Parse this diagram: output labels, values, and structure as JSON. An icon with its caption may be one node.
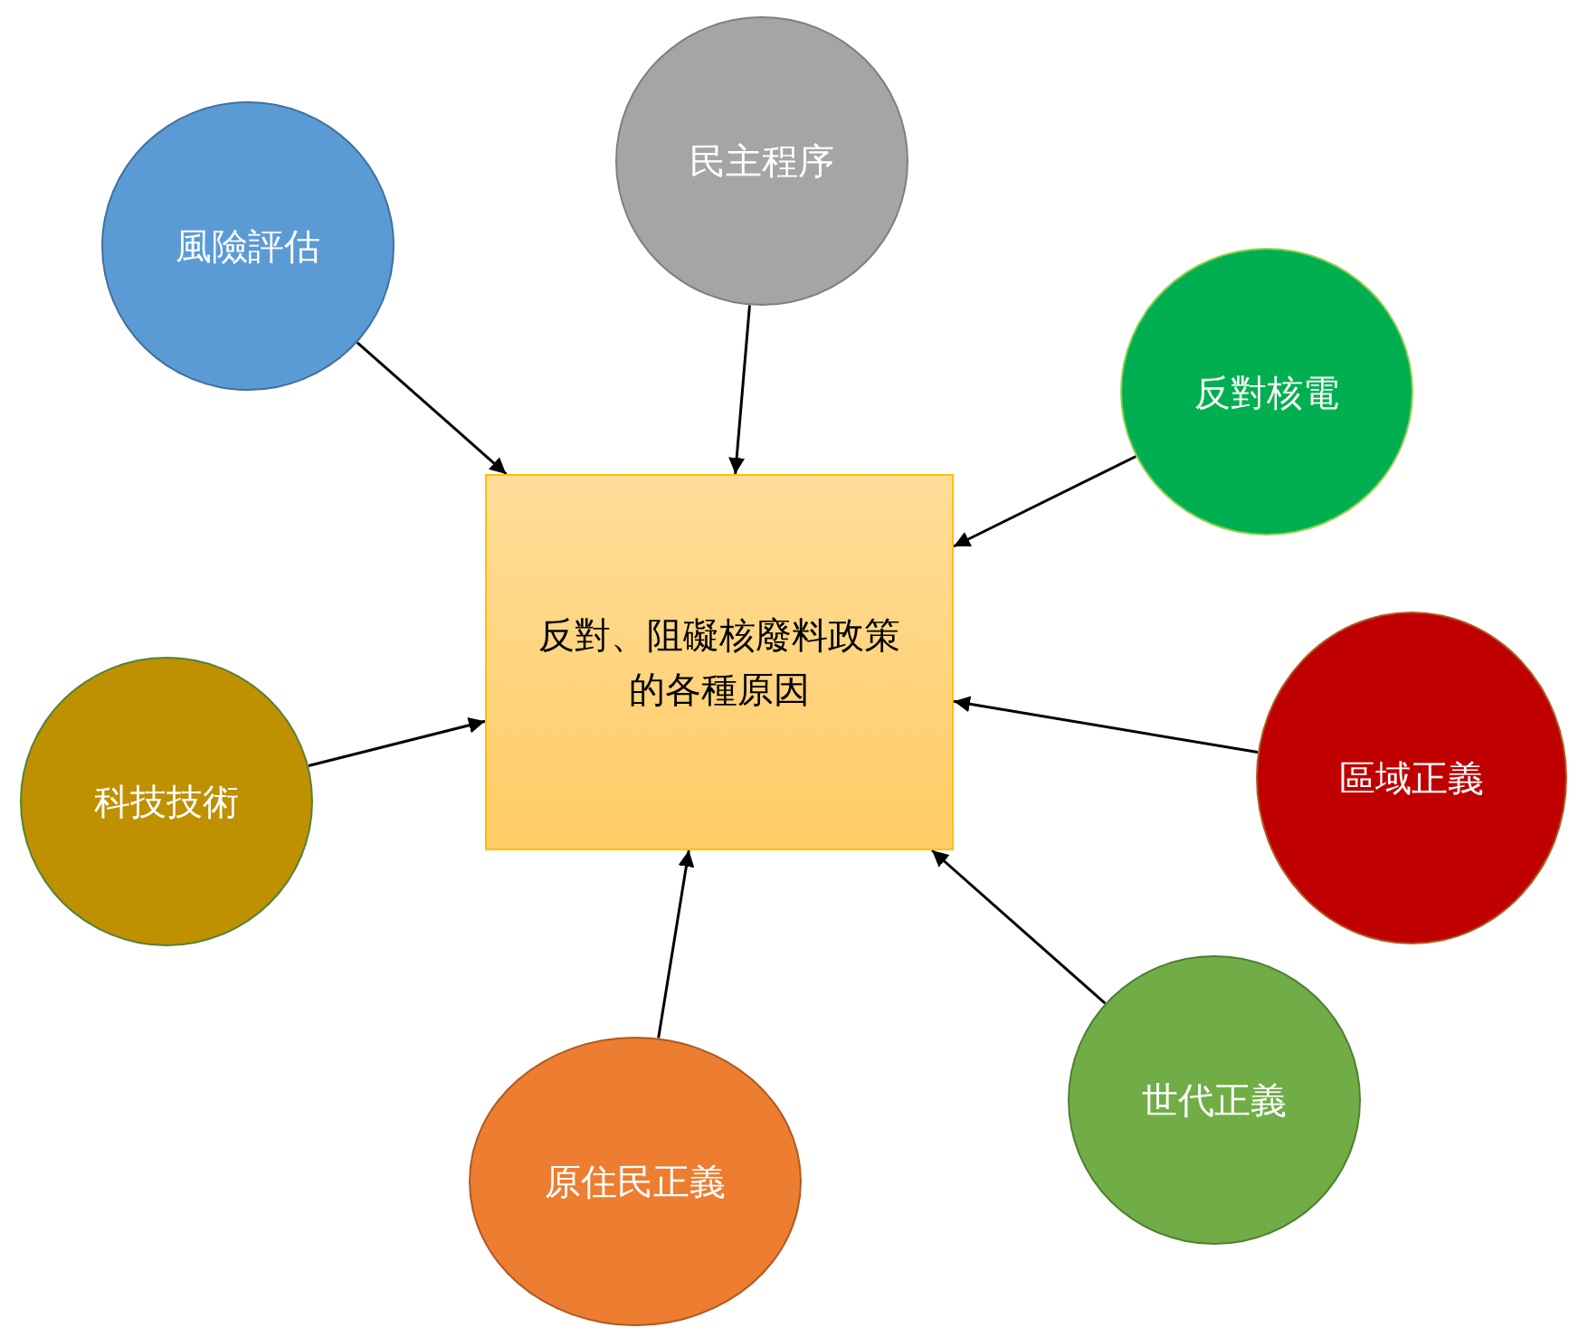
{
  "diagram": {
    "nodes": [
      {
        "text": [
          "民主程序"
        ]
      },
      {
        "text": [
          "風險評估"
        ]
      },
      {
        "text": [
          "反對核電"
        ]
      },
      {
        "text": [
          "反對、阻礙核廢料政策的各種原因"
        ]
      },
      {
        "text": [
          "區域正義"
        ]
      },
      {
        "text": [
          "科技技術"
        ]
      },
      {
        "text": [
          "世代正義"
        ]
      },
      {
        "text": [
          "原住民正義"
        ]
      }
    ],
    "edges": [
      {
        "from": 0,
        "to": 3,
        "arrow": "to"
      },
      {
        "from": 1,
        "to": 3,
        "arrow": "to"
      },
      {
        "from": 2,
        "to": 3,
        "arrow": "to"
      },
      {
        "from": 4,
        "to": 3,
        "arrow": "to"
      },
      {
        "from": 5,
        "to": 3,
        "arrow": "to"
      },
      {
        "from": 6,
        "to": 3,
        "arrow": "to"
      },
      {
        "from": 7,
        "to": 3,
        "arrow": "to"
      }
    ]
  }
}
